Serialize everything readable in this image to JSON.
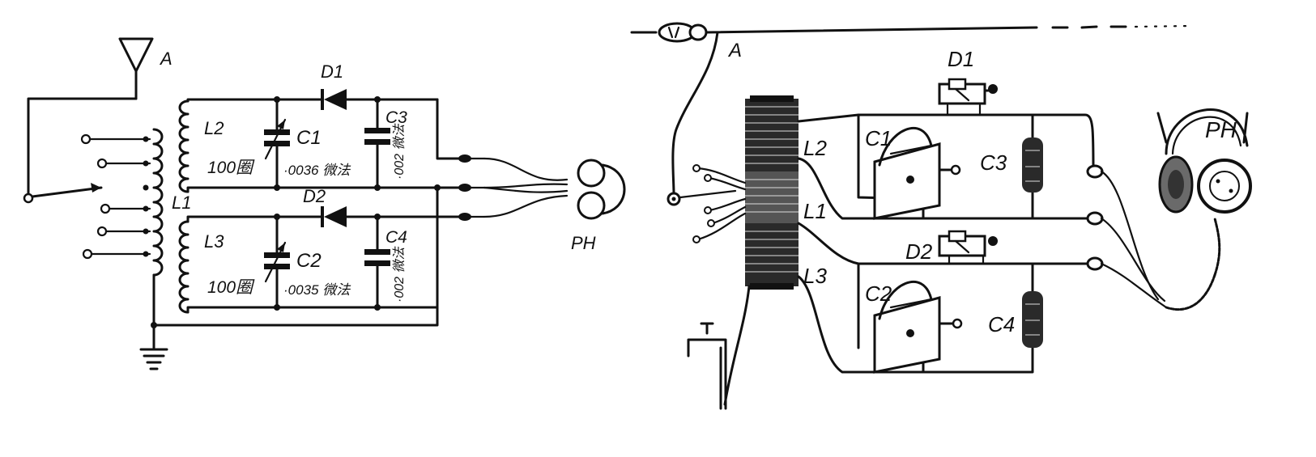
{
  "schematic": {
    "antenna": "A",
    "coil_main": "L1",
    "coil_upper": "L2",
    "coil_lower": "L3",
    "coil_upper_turns": "100圈",
    "coil_lower_turns": "100圈",
    "cap_upper": "C1",
    "cap_upper_value": "·0036 微法",
    "cap_lower": "C2",
    "cap_lower_value": "·0035 微法",
    "diode_upper": "D1",
    "diode_lower": "D2",
    "bypass_upper": "C3",
    "bypass_upper_value": "·002 微法",
    "bypass_lower": "C4",
    "bypass_lower_value": "·002 微法",
    "phones": "PH"
  },
  "pictorial": {
    "antenna": "A",
    "coil_main": "L1",
    "coil_upper": "L2",
    "coil_lower": "L3",
    "cap_upper": "C1",
    "cap_lower": "C2",
    "diode_upper": "D1",
    "diode_lower": "D2",
    "bypass_upper": "C3",
    "bypass_lower": "C4",
    "phones": "PH"
  }
}
